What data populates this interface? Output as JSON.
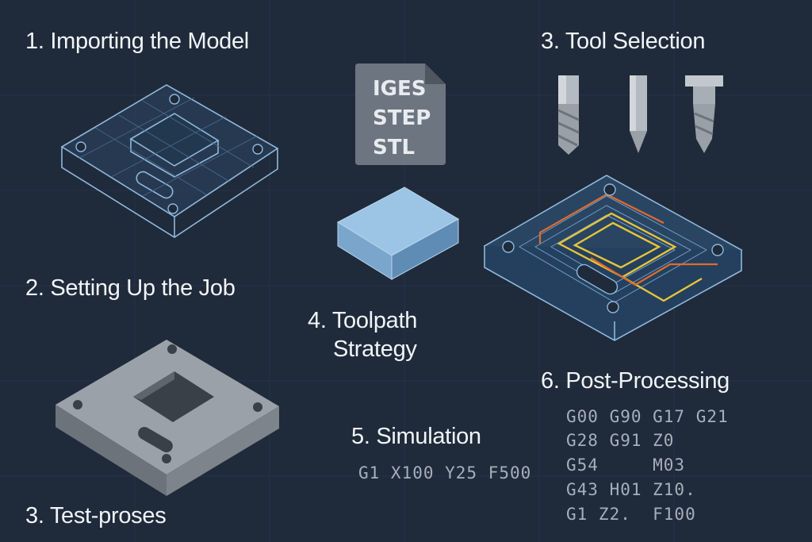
{
  "steps": {
    "import": "1. Importing the Model",
    "setup": "2. Setting Up the Job",
    "test": "3. Test-proses",
    "tool": "3. Tool Selection",
    "toolpath_line1": "4. Toolpath",
    "toolpath_line2": "Strategy",
    "simulation": "5. Simulation",
    "post": "6. Post-Processing"
  },
  "file_formats": [
    "IGES",
    "STEP",
    "STL"
  ],
  "simulation_code": "G1 X100 Y25 F500",
  "gcode_lines": [
    "G00 G90 G17 G21",
    "G28 G91 Z0",
    "G54     M03",
    "G43 H01 Z10.",
    "G1 Z2.  F100"
  ],
  "colors": {
    "background": "#1f2a3a",
    "wireframe": "#8fb8dc",
    "part_gray": "#8d949c",
    "toolpath_yellow": "#e8c43a",
    "toolpath_orange": "#e06b2c",
    "file_icon": "#6d7580"
  }
}
